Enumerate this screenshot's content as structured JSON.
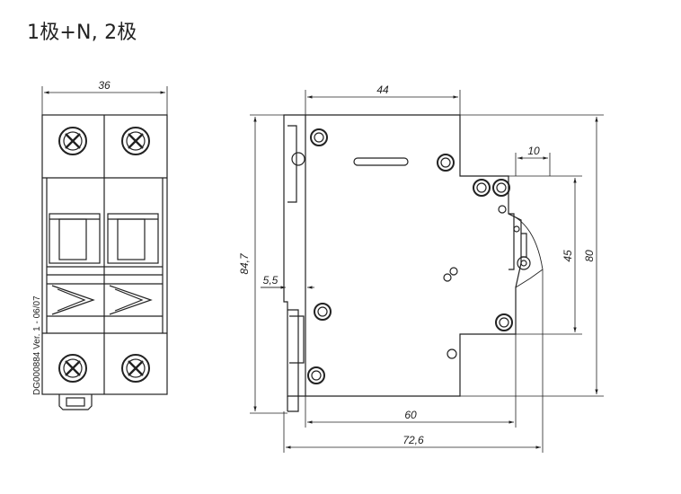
{
  "title": "1极+N, 2极",
  "doc_code": "DG000884 Ver. 1 - 06/07",
  "dimensions": {
    "front_width": "36",
    "side_width": "44",
    "top_offset": "10",
    "height_total": "84,7",
    "inner_45": "45",
    "inner_80": "80",
    "rail_5_5": "5,5",
    "depth_60": "60",
    "depth_72_6": "72,6"
  }
}
